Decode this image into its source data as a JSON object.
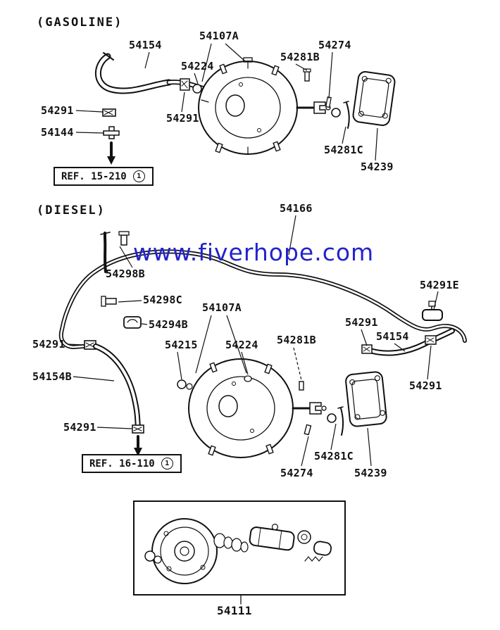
{
  "watermark": {
    "text": "www.fiverhope.com",
    "color": "#2323cc"
  },
  "gasoline": {
    "title": "(GASOLINE)",
    "ref": {
      "text": "REF. 15-210",
      "badge": "1"
    },
    "labels": {
      "l54154": "54154",
      "l54107A": "54107A",
      "l54224": "54224",
      "l54281B": "54281B",
      "l54274": "54274",
      "l54291_left": "54291",
      "l54144": "54144",
      "l54291_center": "54291",
      "l54281C": "54281C",
      "l54239": "54239"
    }
  },
  "diesel": {
    "title": "(DIESEL)",
    "ref": {
      "text": "REF. 16-110",
      "badge": "1"
    },
    "labels": {
      "l54166": "54166",
      "l54298B": "54298B",
      "l54298C": "54298C",
      "l54294B": "54294B",
      "l54107A": "54107A",
      "l54291E": "54291E",
      "l54291_upper_right": "54291",
      "l54154_right": "54154",
      "l54291_far_left": "54291",
      "l54215": "54215",
      "l54224": "54224",
      "l54281B": "54281B",
      "l54154B": "54154B",
      "l54291_lower_right": "54291",
      "l54291_bottom": "54291",
      "l54281C": "54281C",
      "l54274": "54274",
      "l54239": "54239"
    }
  },
  "kit": {
    "label": "54111"
  }
}
